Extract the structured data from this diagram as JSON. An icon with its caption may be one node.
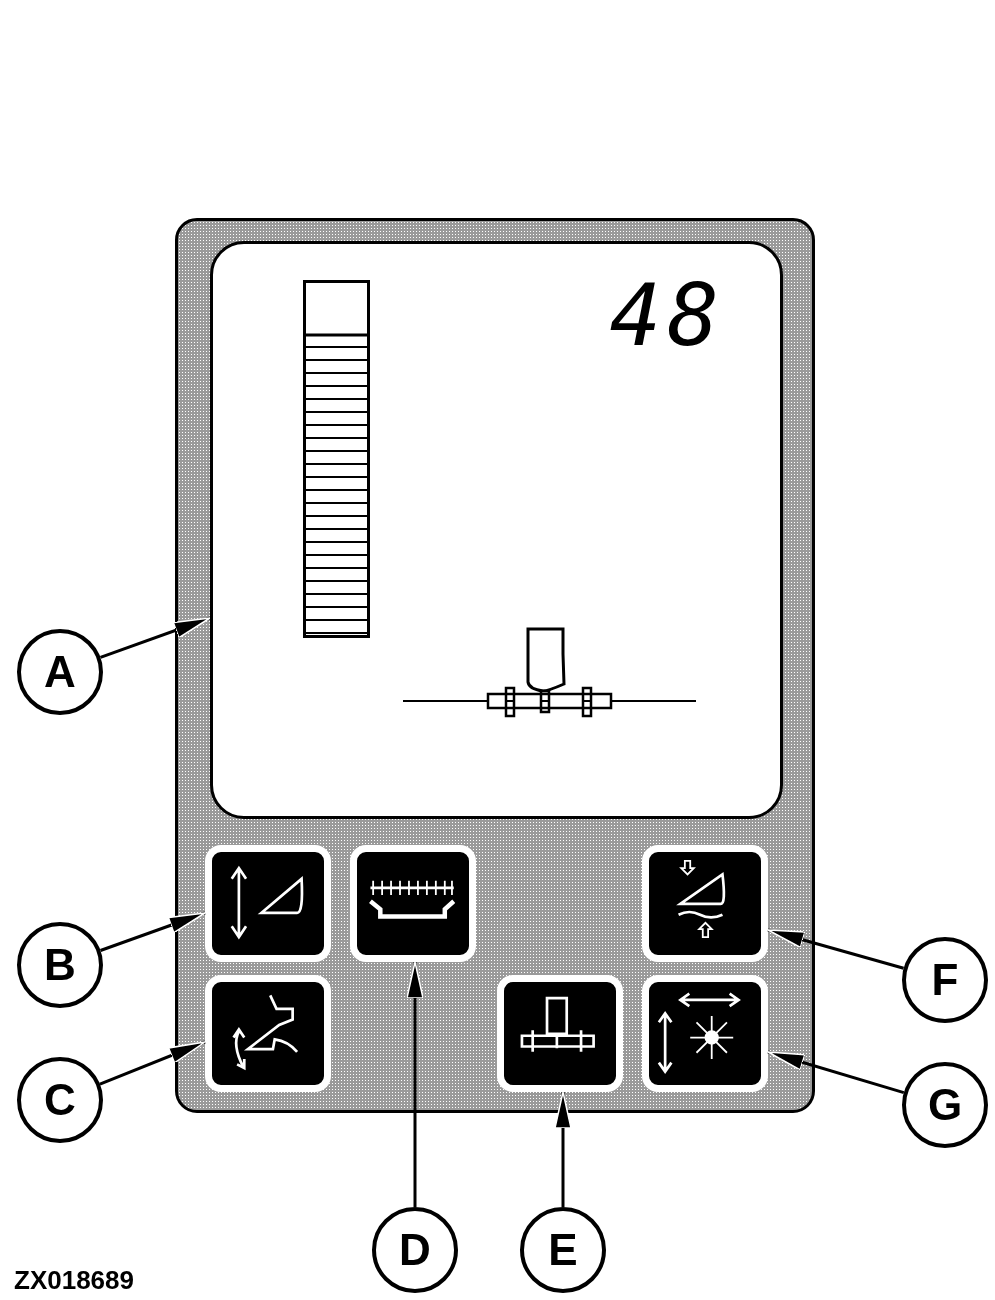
{
  "diagram": {
    "nodes": [
      {
        "text": [],
        "shape": "picture"
      },
      {
        "text": [],
        "shape": "picture"
      },
      {
        "text": [],
        "shape": "picture"
      },
      {
        "text": [],
        "shape": "picture"
      },
      {
        "text": [],
        "shape": "picture"
      },
      {
        "text": [],
        "shape": "picture"
      },
      {
        "text": [],
        "shape": "picture"
      },
      {
        "text": [
          "A"
        ]
      },
      {
        "text": [
          "B"
        ]
      },
      {
        "text": [
          "C"
        ]
      },
      {
        "text": [
          "D"
        ]
      },
      {
        "text": [
          "E"
        ]
      },
      {
        "text": [
          "F"
        ]
      },
      {
        "text": [
          "G"
        ]
      }
    ],
    "edges": [
      {
        "from": 7,
        "to": 0,
        "arrow": "to"
      },
      {
        "from": 8,
        "to": 1,
        "arrow": "to"
      },
      {
        "from": 9,
        "to": 4,
        "arrow": "to"
      },
      {
        "from": 10,
        "to": 2,
        "arrow": "to"
      },
      {
        "from": 11,
        "to": 5,
        "arrow": "to"
      },
      {
        "from": 12,
        "to": 3,
        "arrow": "to"
      },
      {
        "from": 13,
        "to": 6,
        "arrow": "to"
      }
    ],
    "labels": [
      "48",
      "ZX018689"
    ]
  }
}
